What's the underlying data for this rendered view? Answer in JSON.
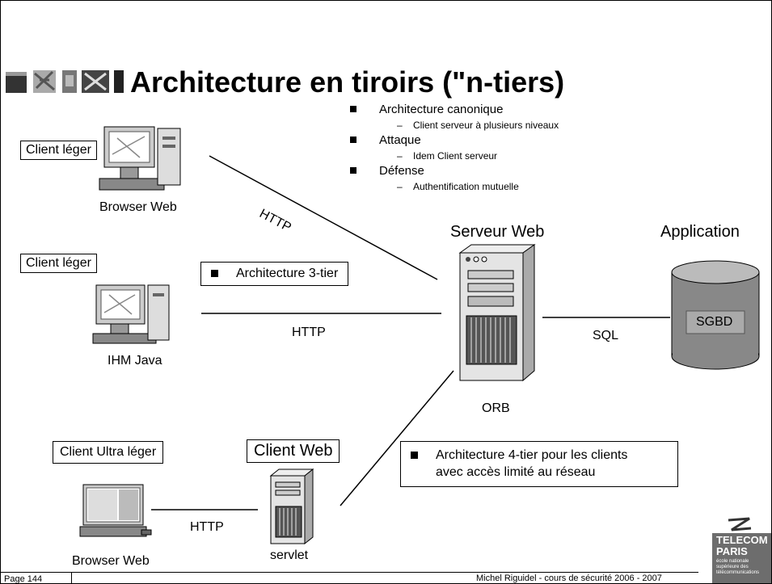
{
  "title": "Architecture en tiroirs (\"n-tiers)",
  "bullets": [
    {
      "label": "Architecture canonique",
      "sub": "Client serveur à plusieurs niveaux"
    },
    {
      "label": "Attaque",
      "sub": "Idem Client serveur"
    },
    {
      "label": "Défense",
      "sub": "Authentification mutuelle"
    }
  ],
  "clients": {
    "top_box": "Client léger",
    "top_caption": "Browser Web",
    "mid_box": "Client léger",
    "mid_caption": "IHM Java",
    "bottom_box": "Client Ultra léger",
    "bottom_caption": "Browser Web"
  },
  "callouts": {
    "three_tier": "Architecture 3-tier",
    "four_tier_line1": "Architecture 4-tier pour les clients",
    "four_tier_line2": "avec accès limité au réseau"
  },
  "links": {
    "http_top": "HTTP",
    "http_mid": "HTTP",
    "http_bottom": "HTTP",
    "sql": "SQL"
  },
  "server": {
    "title": "Serveur Web",
    "caption": "ORB"
  },
  "web_client": {
    "box": "Client Web",
    "caption": "servlet"
  },
  "application": {
    "title": "Application",
    "db_label": "SGBD"
  },
  "footer": {
    "page": "Page 144",
    "credit": "Michel Riguidel - cours de sécurité 2006 - 2007",
    "logo_word1": "TELECOM",
    "logo_word2": "PARIS",
    "logo_tagline": "école nationale supérieure des télécommunications"
  }
}
